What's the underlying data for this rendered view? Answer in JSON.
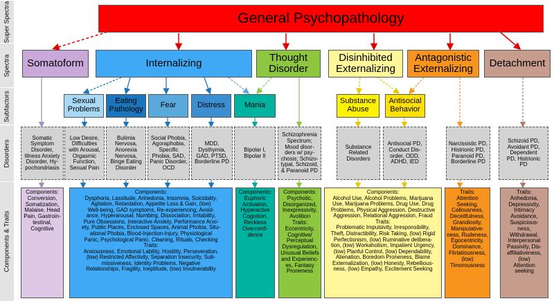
{
  "title": "General Psychopathology",
  "row_labels": {
    "super_spectra": "Super Spectra",
    "spectra": "Spectra",
    "subfactors": "Subfactors",
    "disorders": "Disorders",
    "components": "Components & Traits"
  },
  "spectra": {
    "somatoform": "Somatoform",
    "internalizing": "Internalizing",
    "thought": "Thought\nDisorder",
    "disinhibited": "Disinhibited\nExternalizing",
    "antagonistic": "Antagonistic\nExternalizing",
    "detachment": "Detachment"
  },
  "subfactors": {
    "sexual": "Sexual\nProblems",
    "eating": "Eating\nPathology",
    "fear": "Fear",
    "distress": "Distress",
    "mania": "Mania",
    "substance": "Substance\nAbuse",
    "antisocial": "Antisocial\nBehavior"
  },
  "disorders": {
    "somatoform": "Somatic\nSymptom\nDisorder,\nIllness Anxiety\nDisorder, Hy-\npochondriasis",
    "sexual": "Low Desire,\nDifficulties\nwith Arousal,\nOrgasmic\nFunction,\nSexual Pain",
    "eating": "Bulimia\nNervosa,\nAnorexia\nNervosa,\nBinge Eating\nDisorder",
    "fear": "Social Phobia,\nAgoraphobia,\nSpecific\nPhobia, SAD,\nPanic Disorder,\nOCD",
    "distress": "MDD,\nDysthymia,\nGAD, PTSD,\nBorderline PD",
    "mania": "Bipolar I,\nBipolar II",
    "thought": "Schizophrenia\nSpectrum;\nMood disor-\nders w/ psy-\nchosis; Schizo-\ntypal, Schizoid,\n& Paranoid PD",
    "substance": "Substance\nRelated\nDisorders",
    "antisocial": "Antisocial PD,\nConduct Dis-\norder, ODD,\nADHD, IED",
    "antagonistic": "Narcissistic PD,\nHistrionic PD,\nParanoid PD,\nBorderline PD",
    "detachment": "Schizoid PD,\nAvoidant PD,\nDependent\nPD, Histrionic\nPD"
  },
  "components": {
    "somatoform": {
      "label": "Components:",
      "text": "Conversion,\nSomatization,\nMalaise, Head\nPain, Gastroin-\ntestinal,\nCognitive"
    },
    "internalizing": {
      "label": "Components:",
      "text": "Dysphoria, Lassitude, Anhedonia, Insomnia, Suicidality,\nAgitation, Retardation, Appetite Loss & Gain, (low)\nWell-being, GAD symptoms, Re-experiencing, Avoid-\nance, Hyperarousal, Numbing, Dissociation, Irritability,\nPure Obsessions, Interactive Anxiety, Performance Anxi-\nety, Public Places, Enclosed Spaces, Animal Phobia, Situ-\national Phobia, Blood-Injection-Injury, Physiological\nPanic, Psychological Panic, Cleaning, Rituals, Checking",
      "traits_label": "Traits:",
      "traits": "Anxiousness, Emotional Lability, Hostility, Perseveration,\n(low) Restricted Affectivity, Separation Insecurity, Sub-\nmissiveness, Identity Problems, Negative\nRelationships, Fragility, Ineptitude, (low) Invulnerability"
    },
    "mania": {
      "label": "Components:",
      "text": "Euphoric\nActivation,\nHyperactive\nCognition,\nReckless\nOverconfi-\ndence"
    },
    "thought": {
      "label": "Components:",
      "text": "Psychotic,\nDisorganized,\nInexpressivity,\nAvolition",
      "traits_label": "Traits:",
      "traits": "Eccentricity,\nCognitive/\nPerceptual\nDysregulation,\nUnusual Beliefs\nand Experienc-\nes, Fantasy\nProneness"
    },
    "disinhibited": {
      "label": "Components:",
      "text": "Alcohol Use, Alcohol Problems, Marijuana\nUse, Marijuana Problems, Drug Use, Drug\nProblems, Physical Aggression, Destructive\nAggression, Relational Aggression, Fraud",
      "traits_label": "Traits:",
      "traits": "Problematic Impulsivity, Irresponsibility,\nTheft, Distractibility, Risk Taking, (low) Rigid\nPerfectionism, (low) Ruminative delibera-\ntion, (low) Workaholism, Impatient Urgency,\n(low) Planful Control, (low) Dependability,\nAlienation, Boredom Proneness, Blame\nExternalization, (low) Honesty, Rebellious-\nness, (low) Empathy, Excitement Seeking"
    },
    "antagonistic": {
      "label": "Traits:",
      "text": "Attention\nSeeking,\nCallousness,\nDeceitfulness,\nGrandiosity,\nManipulative-\nness, Rudeness,\nEgocentricity,\nDominance,\nFlirtatiousness,\n(low)\nTimorousness"
    },
    "detachment": {
      "label": "Traits:",
      "text": "Anhedonia,\nDepressivity,\nIntimacy\nAvoidance,\nSuspicious-\nness,\nWithdrawal,\nInterpersonal\nPassivity, Dis-\naffiliativeness,\n(low)\nAttention\nseeking"
    }
  },
  "colors": {
    "general": "#ff0000",
    "somatoform": "#c9a9d9",
    "internalizing": "#3fa9f5",
    "thought": "#8dc63f",
    "disinhibited": "#fff799",
    "antagonistic": "#f7941d",
    "detachment": "#c69c8d",
    "sexual": "#a7d8f5",
    "eating": "#1b75bc",
    "fear": "#5aa9dd",
    "distress": "#3b8fd0",
    "mania": "#00b3a1",
    "substance": "#fff200",
    "antisocial": "#ffe100",
    "disorder": "#d3d3d3"
  }
}
